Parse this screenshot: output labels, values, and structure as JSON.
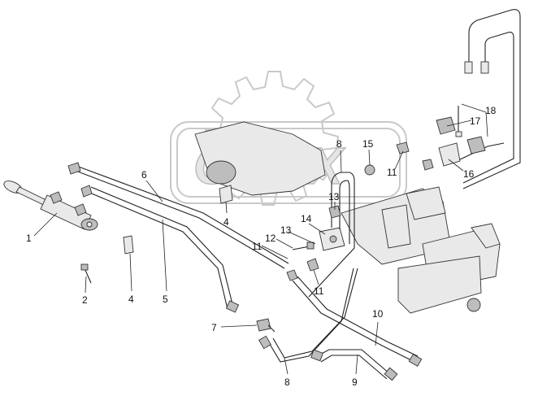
{
  "diagram": {
    "watermark": "OPEX",
    "callouts": [
      {
        "id": "c1",
        "label": "1"
      },
      {
        "id": "c2",
        "label": "2"
      },
      {
        "id": "c4a",
        "label": "4"
      },
      {
        "id": "c5",
        "label": "5"
      },
      {
        "id": "c6",
        "label": "6"
      },
      {
        "id": "c4b",
        "label": "4"
      },
      {
        "id": "c7",
        "label": "7"
      },
      {
        "id": "c8a",
        "label": "8"
      },
      {
        "id": "c9",
        "label": "9"
      },
      {
        "id": "c10",
        "label": "10"
      },
      {
        "id": "c11a",
        "label": "11"
      },
      {
        "id": "c11b",
        "label": "11"
      },
      {
        "id": "c12",
        "label": "12"
      },
      {
        "id": "c13a",
        "label": "13"
      },
      {
        "id": "c14",
        "label": "14"
      },
      {
        "id": "c13b",
        "label": "13"
      },
      {
        "id": "c8b",
        "label": "8"
      },
      {
        "id": "c15",
        "label": "15"
      },
      {
        "id": "c11c",
        "label": "11"
      },
      {
        "id": "c16",
        "label": "16"
      },
      {
        "id": "c17",
        "label": "17"
      },
      {
        "id": "c18",
        "label": "18"
      }
    ]
  }
}
